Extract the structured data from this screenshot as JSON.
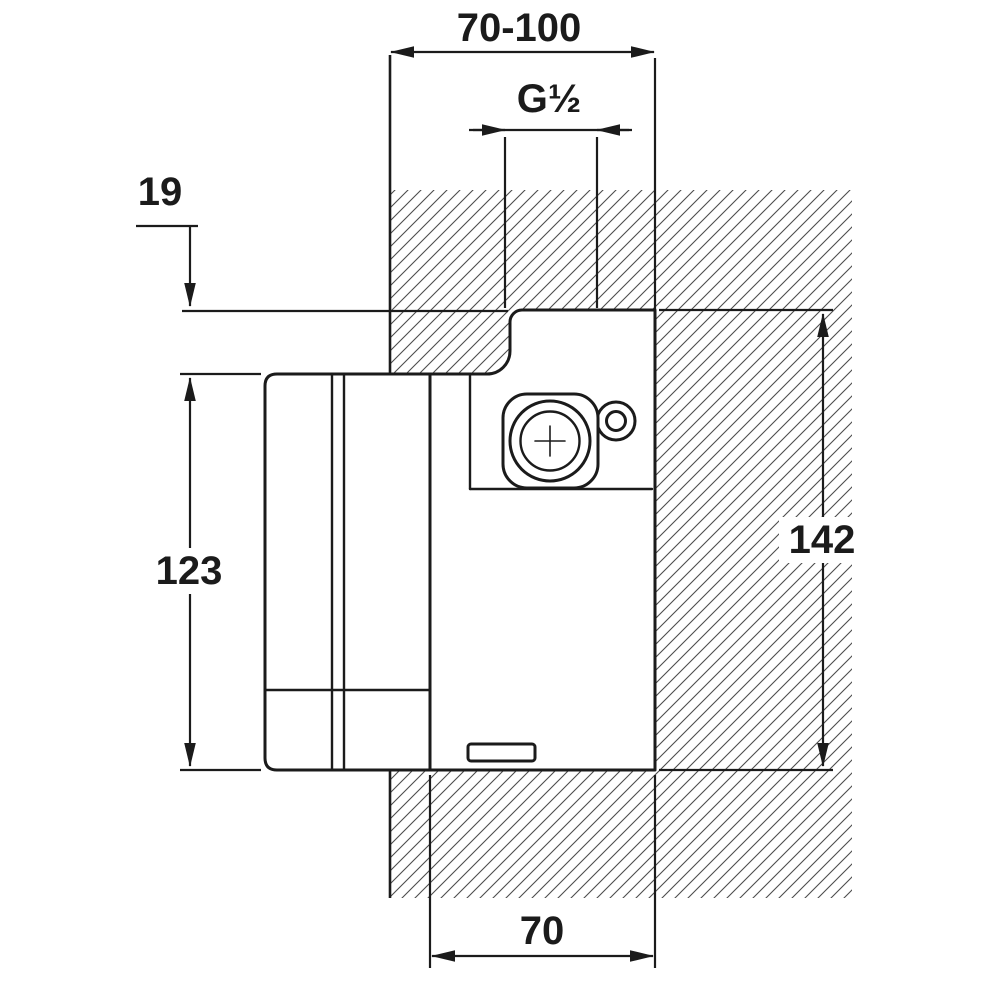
{
  "drawing": {
    "background_color": "#ffffff",
    "line_color": "#1b1b1b",
    "hatch_color": "#4d4d4d",
    "labels": {
      "wall_depth_range": "70-100",
      "thread_size": "G½",
      "top_offset": "19",
      "front_height": "123",
      "overall_height": "142",
      "body_depth": "70"
    }
  }
}
